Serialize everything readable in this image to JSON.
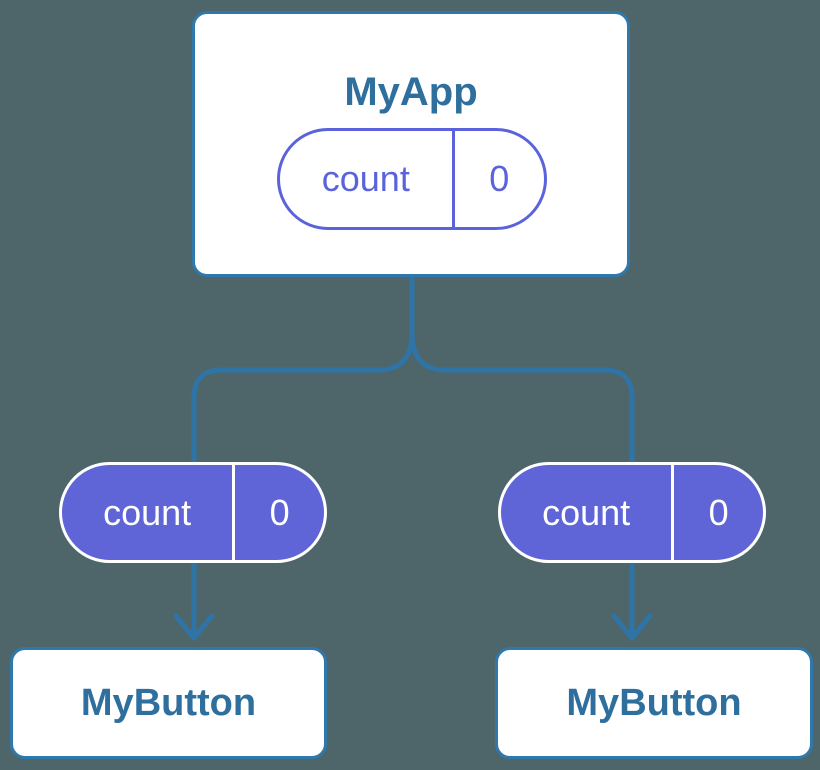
{
  "diagram": {
    "type": "component-tree",
    "root_card": {
      "title": "MyApp",
      "state_pill": {
        "label": "count",
        "value": "0"
      }
    },
    "left_branch": {
      "prop_pill": {
        "label": "count",
        "value": "0"
      },
      "child_card": {
        "title": "MyButton"
      }
    },
    "right_branch": {
      "prop_pill": {
        "label": "count",
        "value": "0"
      },
      "child_card": {
        "title": "MyButton"
      }
    }
  },
  "colors": {
    "background": "#4E666A",
    "connector": "#2E74A7",
    "card_border": "#2F78AC",
    "card_text": "#2E6F9E",
    "pill_fill": "#5F65D7",
    "pill_outline": "#5A63DB",
    "pill_text": "#FFFFFF"
  }
}
